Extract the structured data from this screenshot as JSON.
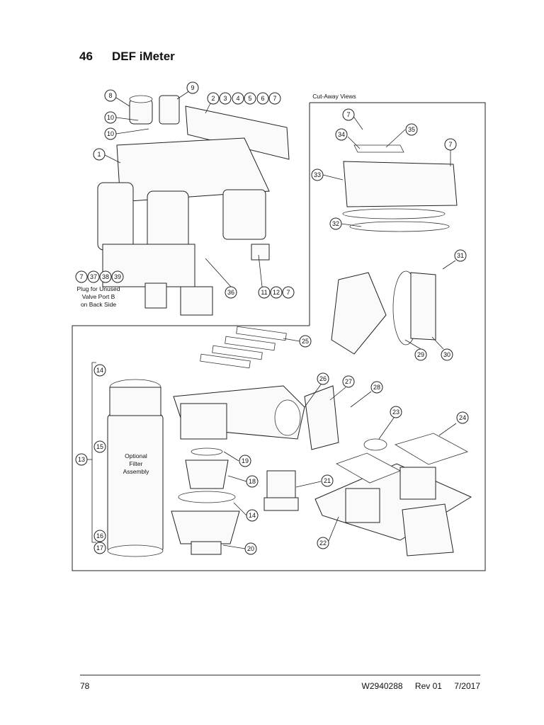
{
  "section": {
    "number": "46",
    "title": "DEF iMeter"
  },
  "labels": {
    "cutaway": "Cut-Away Views",
    "plug_note": [
      "Plug for Unused",
      "Valve Port B",
      "on Back Side"
    ],
    "filter_note": [
      "Optional",
      "Filter",
      "Assembly"
    ]
  },
  "footer": {
    "page": "78",
    "doc_number": "W2940288",
    "revision": "Rev 01",
    "date": "7/2017"
  }
}
